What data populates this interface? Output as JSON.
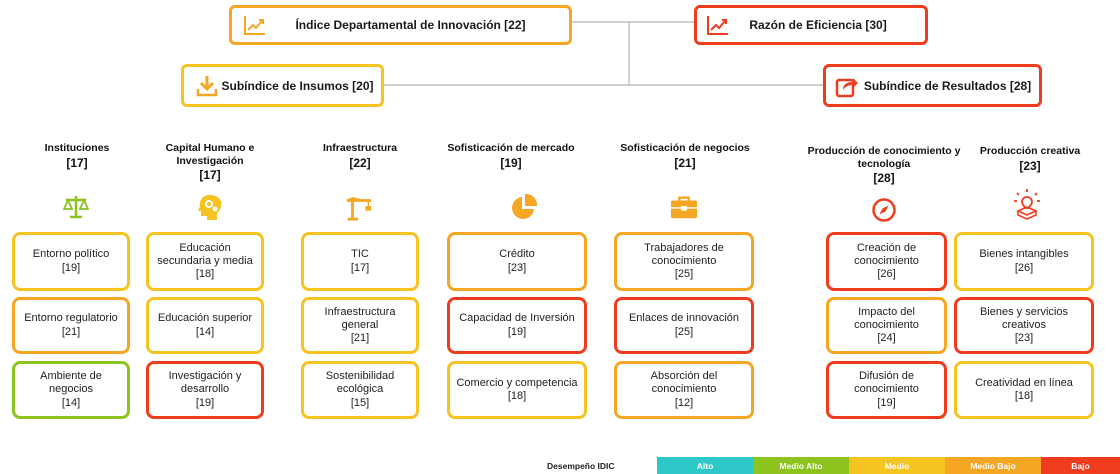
{
  "colors": {
    "alto": "#2ec8c8",
    "medio_alto": "#8cc31e",
    "medio": "#f5c322",
    "medio_bajo": "#f5a623",
    "bajo": "#f03c1e"
  },
  "top": {
    "index": {
      "label": "Índice Departamental de Innovación [22]",
      "icon": "chart-line-icon",
      "color": "#f5a623"
    },
    "efficiency": {
      "label": "Razón de Eficiencia [30]",
      "icon": "chart-line-icon",
      "color": "#f03c1e"
    },
    "inputs": {
      "label": "Subíndice de Insumos [20]",
      "icon": "download-icon",
      "color": "#f5c322"
    },
    "outputs": {
      "label": "Subíndice de Resultados [28]",
      "icon": "share-arrow-icon",
      "color": "#f03c1e"
    }
  },
  "pillars": [
    {
      "name": "Instituciones",
      "score": "[17]",
      "icon": "scales-icon"
    },
    {
      "name": "Capital Humano e Investigación",
      "score": "[17]",
      "icon": "head-gears-icon"
    },
    {
      "name": "Infraestructura",
      "score": "[22]",
      "icon": "crane-icon"
    },
    {
      "name": "Sofisticación de mercado",
      "score": "[19]",
      "icon": "pie-chart-icon"
    },
    {
      "name": "Sofisticación de negocios",
      "score": "[21]",
      "icon": "briefcase-icon"
    },
    {
      "name": "Producción de conocimiento y tecnología",
      "score": "[28]",
      "icon": "compass-icon"
    },
    {
      "name": "Producción creativa",
      "score": "[23]",
      "icon": "lightbulb-icon"
    }
  ],
  "subpillars": [
    [
      {
        "label": "Entorno político",
        "score": "[19]",
        "color": "#f5c322"
      },
      {
        "label": "Entorno regulatorio",
        "score": "[21]",
        "color": "#f5a623"
      },
      {
        "label": "Ambiente de negocios",
        "score": "[14]",
        "color": "#8cc31e"
      }
    ],
    [
      {
        "label": "Educación secundaria y media",
        "score": "[18]",
        "color": "#f5c322"
      },
      {
        "label": "Educación superior",
        "score": "[14]",
        "color": "#f5c322"
      },
      {
        "label": "Investigación y desarrollo",
        "score": "[19]",
        "color": "#f03c1e"
      }
    ],
    [
      {
        "label": "TIC",
        "score": "[17]",
        "color": "#f5c322"
      },
      {
        "label": "Infraestructura general",
        "score": "[21]",
        "color": "#f5c322"
      },
      {
        "label": "Sostenibilidad ecológica",
        "score": "[15]",
        "color": "#f5c322"
      }
    ],
    [
      {
        "label": "Crédito",
        "score": "[23]",
        "color": "#f5a623"
      },
      {
        "label": "Capacidad de Inversión",
        "score": "[19]",
        "color": "#f03c1e"
      },
      {
        "label": "Comercio y competencia",
        "score": "[18]",
        "color": "#f5c322"
      }
    ],
    [
      {
        "label": "Trabajadores de conocimiento",
        "score": "[25]",
        "color": "#f5a623"
      },
      {
        "label": "Enlaces de innovación",
        "score": "[25]",
        "color": "#f03c1e"
      },
      {
        "label": "Absorción del conocimiento",
        "score": "[12]",
        "color": "#f5a623"
      }
    ],
    [
      {
        "label": "Creación de conocimiento",
        "score": "[26]",
        "color": "#f03c1e"
      },
      {
        "label": "Impacto del conocimiento",
        "score": "[24]",
        "color": "#f5a623"
      },
      {
        "label": "Difusión de conocimiento",
        "score": "[19]",
        "color": "#f03c1e"
      }
    ],
    [
      {
        "label": "Bienes intangibles",
        "score": "[26]",
        "color": "#f5c322"
      },
      {
        "label": "Bienes y servicios creativos",
        "score": "[23]",
        "color": "#f03c1e"
      },
      {
        "label": "Creatividad en línea",
        "score": "[18]",
        "color": "#f5c322"
      }
    ]
  ],
  "legend": {
    "title": "Desempeño IDIC",
    "items": [
      {
        "label": "Alto",
        "color": "#2ec8c8"
      },
      {
        "label": "Medio Alto",
        "color": "#8cc31e"
      },
      {
        "label": "Medio",
        "color": "#f5c322"
      },
      {
        "label": "Medio Bajo",
        "color": "#f5a623"
      },
      {
        "label": "Bajo",
        "color": "#f03c1e"
      }
    ]
  }
}
